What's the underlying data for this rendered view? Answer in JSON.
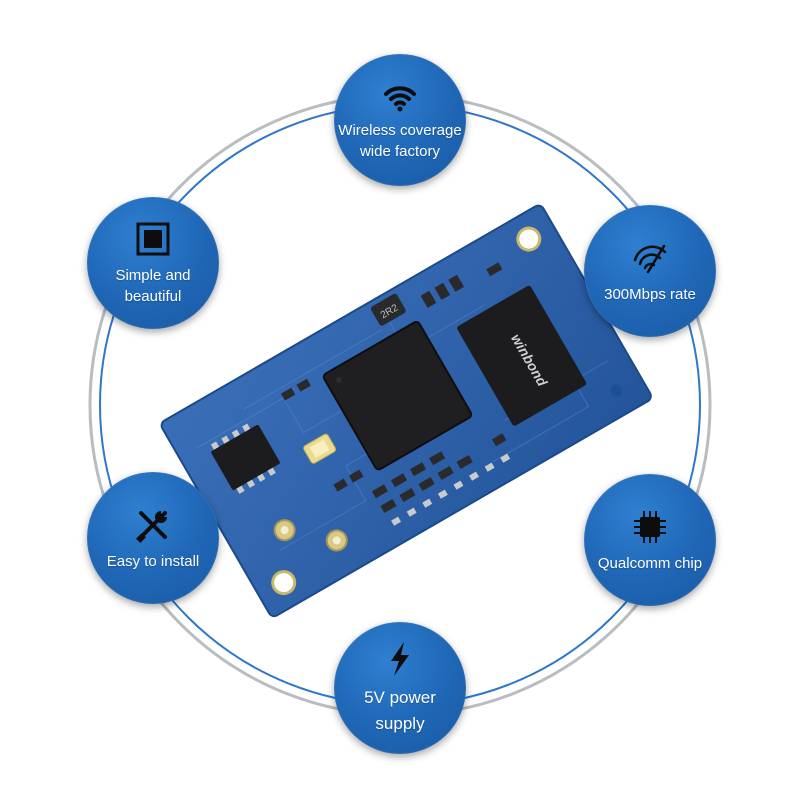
{
  "features": [
    {
      "id": "top",
      "icon": "wifi-icon",
      "label": "Wireless coverage\nwide factory"
    },
    {
      "id": "ul",
      "icon": "square-icon",
      "label": "Simple and\nbeautiful"
    },
    {
      "id": "ur",
      "icon": "signal-rate-icon",
      "label": "300Mbps rate"
    },
    {
      "id": "ll",
      "icon": "tools-icon",
      "label": "Easy to install"
    },
    {
      "id": "lr",
      "icon": "chip-icon",
      "label": "Qualcomm chip"
    },
    {
      "id": "bottom",
      "icon": "lightning-icon",
      "label": "5V power\nsupply"
    }
  ],
  "board": {
    "ram_brand": "winbond",
    "inductor_marking": "2R2"
  },
  "colors": {
    "node_fill": "#1f66b5",
    "ring_gray": "#b9bcc0",
    "ring_blue": "#2f77c9",
    "pcb": "#2a5fa8"
  }
}
